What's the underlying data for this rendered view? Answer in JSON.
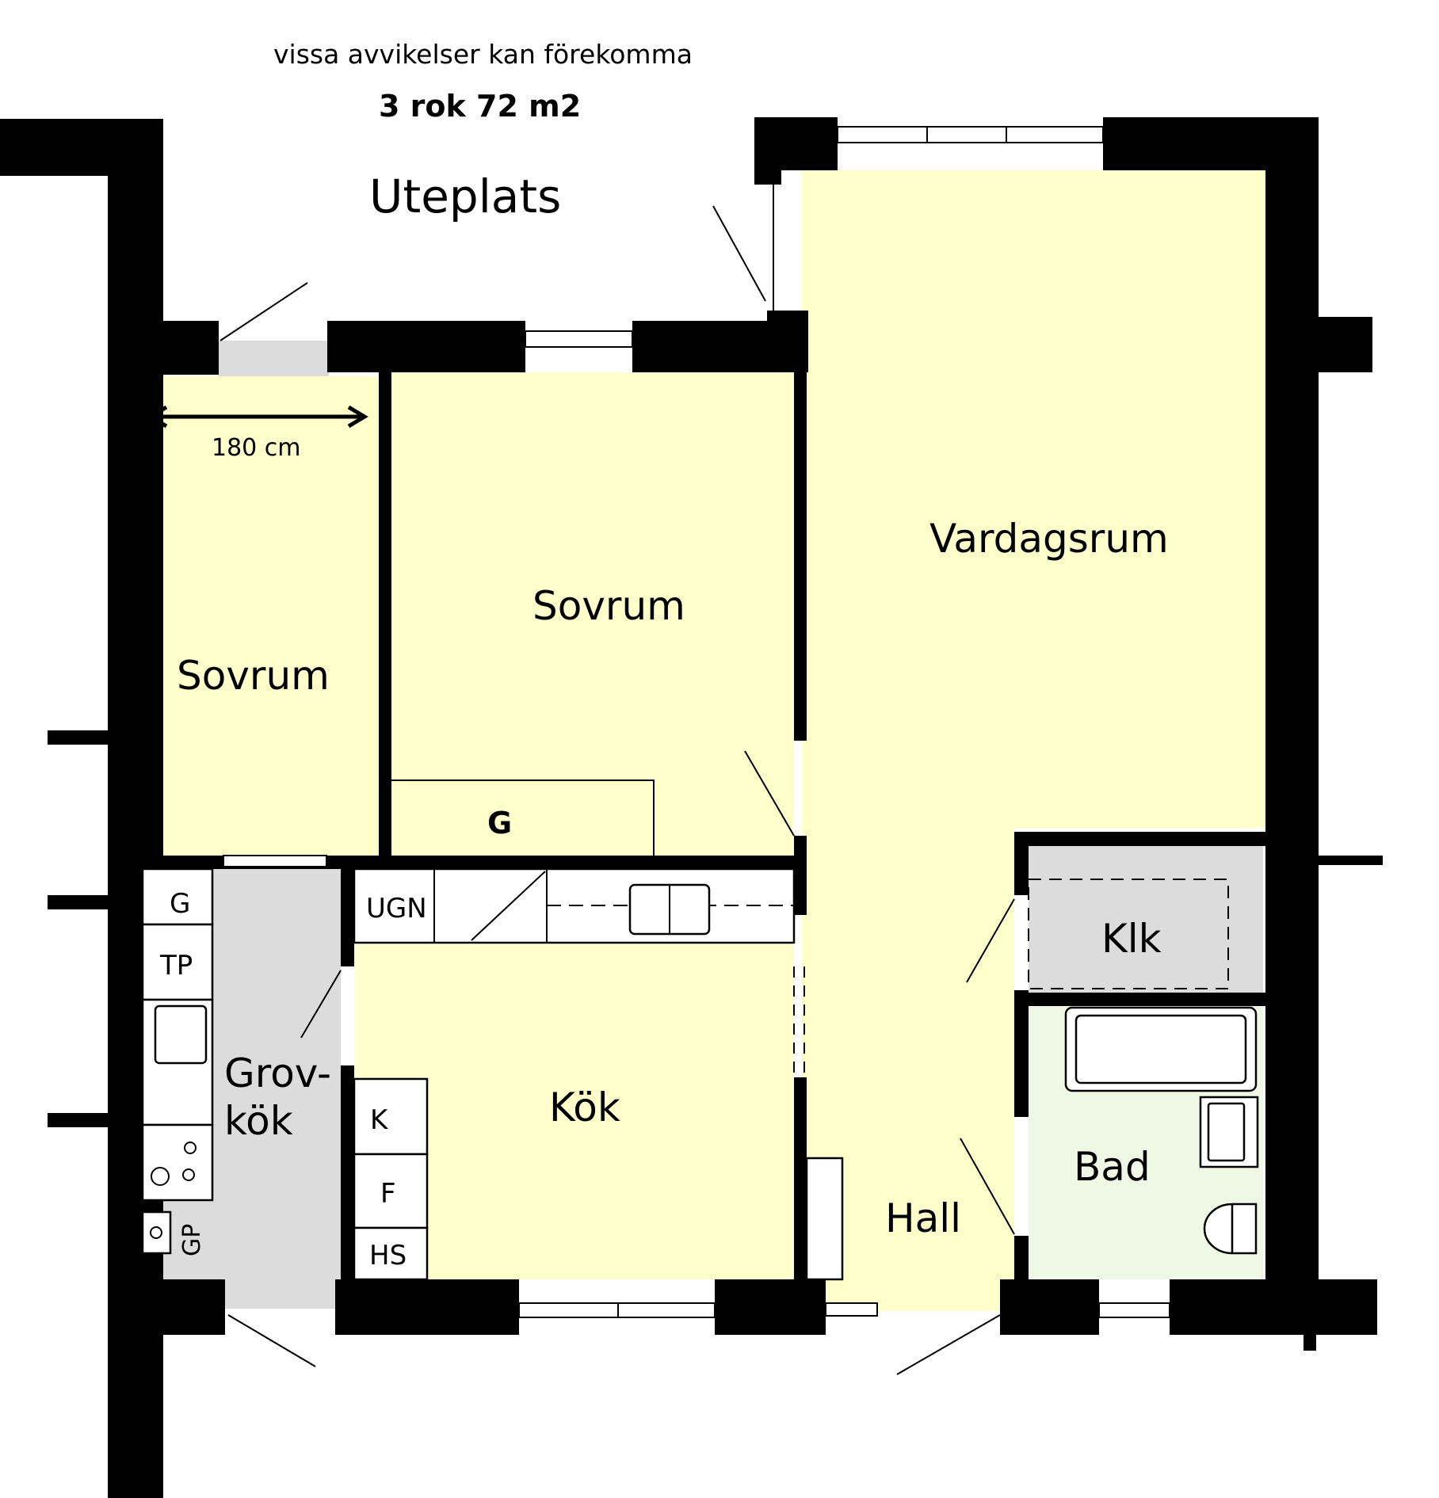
{
  "header": {
    "disclaimer": "vissa avvikelser kan förekomma",
    "apartment": "3 rok 72 m2"
  },
  "outdoor": {
    "label": "Uteplats"
  },
  "dimension": {
    "label": "180 cm"
  },
  "rooms": {
    "sovrum_small": "Sovrum",
    "sovrum_large": "Sovrum",
    "vardagsrum": "Vardagsrum",
    "klk": "Klk",
    "bad": "Bad",
    "hall": "Hall",
    "kok": "Kök",
    "grovkok_line1": "Grov-",
    "grovkok_line2": "kök"
  },
  "fixtures": {
    "garderob_bedroom": "G",
    "garderob_laundry": "G",
    "torkskap": "TP",
    "ugn": "UGN",
    "kyl": "K",
    "frys": "F",
    "hogskap": "HS",
    "grovpanel": "GP"
  },
  "colors": {
    "room_yellow": "#ffffcc",
    "room_gray": "#dcdcdc",
    "bath_green": "#eef8e4",
    "wall": "#000000"
  }
}
